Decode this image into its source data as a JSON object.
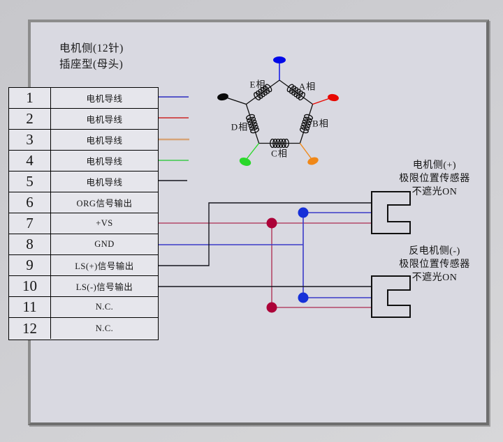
{
  "title": {
    "line1": "电机侧(12针)",
    "line2": "插座型(母头)"
  },
  "pin_table": {
    "rows": [
      {
        "pin": "1",
        "label": "电机导线"
      },
      {
        "pin": "2",
        "label": "电机导线"
      },
      {
        "pin": "3",
        "label": "电机导线"
      },
      {
        "pin": "4",
        "label": "电机导线"
      },
      {
        "pin": "5",
        "label": "电机导线"
      },
      {
        "pin": "6",
        "label": "ORG信号输出"
      },
      {
        "pin": "7",
        "label": "+VS"
      },
      {
        "pin": "8",
        "label": "GND"
      },
      {
        "pin": "9",
        "label": "LS(+)信号输出"
      },
      {
        "pin": "10",
        "label": "LS(-)信号输出"
      },
      {
        "pin": "11",
        "label": "N.C."
      },
      {
        "pin": "12",
        "label": "N.C."
      }
    ]
  },
  "pentagon": {
    "labels": {
      "a": "A相",
      "b": "B相",
      "c": "C相",
      "d": "D相",
      "e": "E相"
    }
  },
  "sensors": {
    "top": {
      "line1": "电机侧(+)",
      "line2": "极限位置传感器",
      "line3": "不遮光ON"
    },
    "bottom": {
      "line1": "反电机侧(-)",
      "line2": "极限位置传感器",
      "line3": "不遮光ON"
    }
  },
  "colors": {
    "motor_blue": "#2a2ac0",
    "motor_red": "#cc2626",
    "motor_orange": "#d6a478",
    "motor_green": "#3ec94a",
    "motor_black": "#16161e",
    "vs_red_line": "#b44868",
    "vs_red_dot": "#ac0238",
    "gnd_blue_line": "#3a3ac8",
    "gnd_blue_dot": "#1630d8",
    "signal_black": "#16161e",
    "lead_blue": "#0008e8",
    "lead_black": "#0a0a0a",
    "lead_red": "#e80800",
    "lead_green": "#2ad82a",
    "lead_orange": "#f08818",
    "outline": "#101010"
  }
}
